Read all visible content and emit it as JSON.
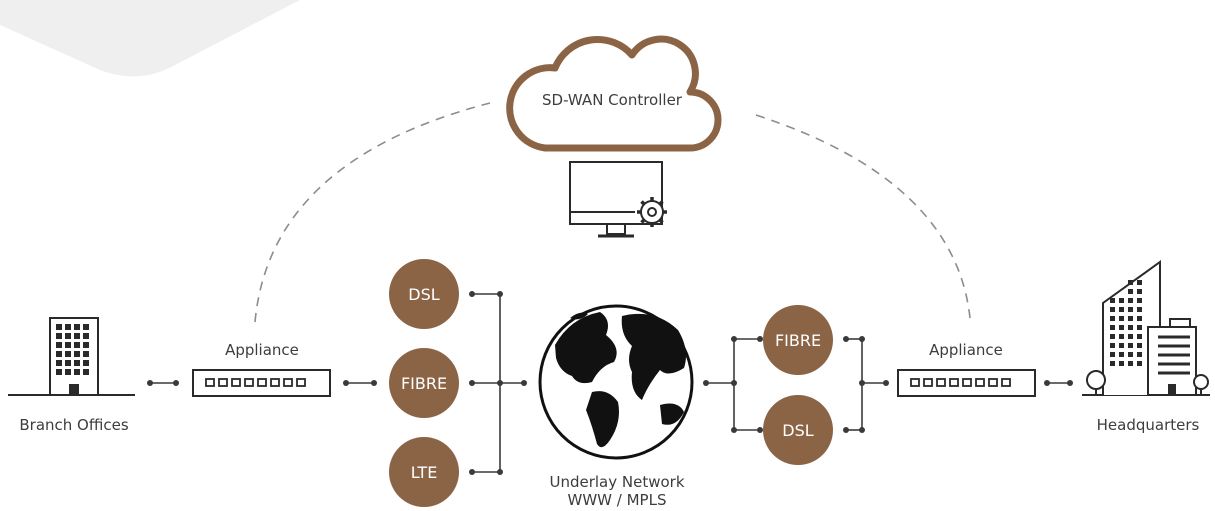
{
  "colors": {
    "accent": "#8b6446",
    "line": "#3a3a3a",
    "dashed": "#8c8c8c",
    "bg_blob": "#efefef"
  },
  "controller": {
    "label": "SD-WAN Controller",
    "icon": "cloud-icon",
    "console_icon": "monitor-gear-icon"
  },
  "branch": {
    "label": "Branch Offices",
    "icon": "office-building-icon",
    "appliance_label": "Appliance"
  },
  "headquarters": {
    "label": "Headquarters",
    "icon": "city-buildings-icon",
    "appliance_label": "Appliance"
  },
  "underlay": {
    "line1": "Underlay Network",
    "line2": "WWW / MPLS",
    "icon": "globe-icon"
  },
  "left_links": [
    "DSL",
    "FIBRE",
    "LTE"
  ],
  "right_links": [
    "FIBRE",
    "DSL"
  ]
}
